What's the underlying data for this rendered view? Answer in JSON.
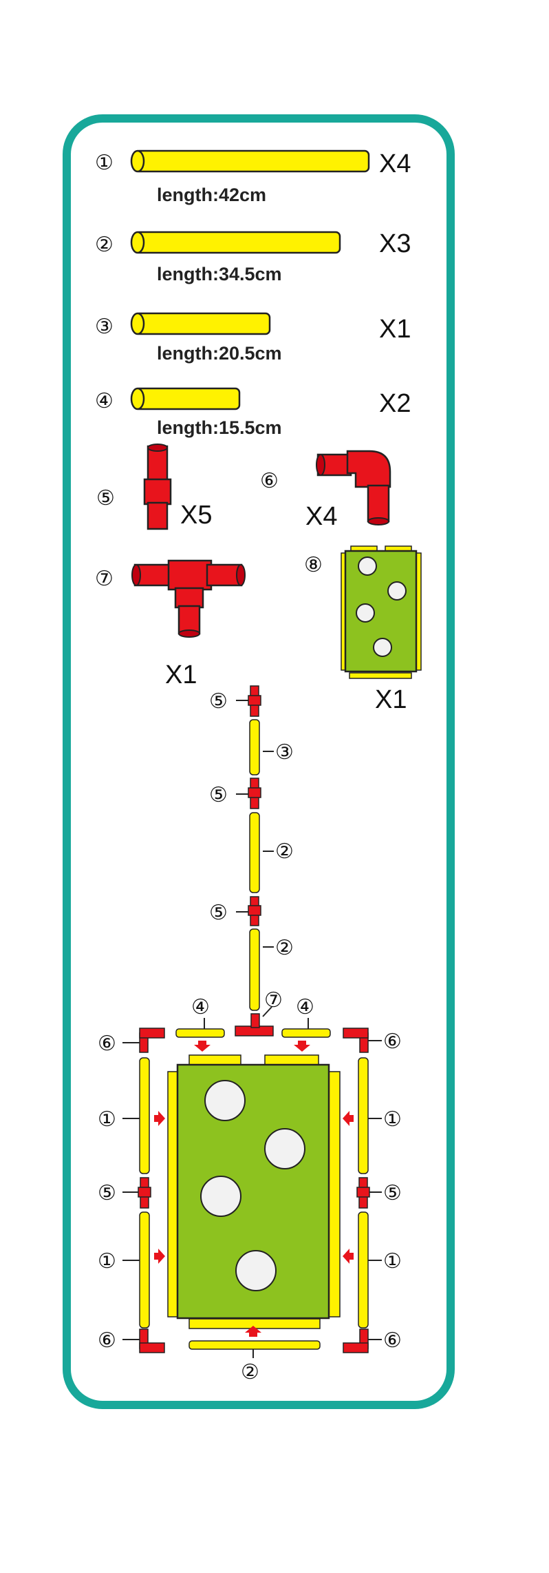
{
  "colors": {
    "frame": "#18a89a",
    "pipe": "#fff200",
    "connector": "#e8141c",
    "board": "#8dc21f",
    "outline": "#222222",
    "hole": "#f2f2f2"
  },
  "parts": [
    {
      "number": "①",
      "count": "X4",
      "length": "length:42cm"
    },
    {
      "number": "②",
      "count": "X3",
      "length": "length:34.5cm"
    },
    {
      "number": "③",
      "count": "X1",
      "length": "length:20.5cm"
    },
    {
      "number": "④",
      "count": "X2",
      "length": "length:15.5cm"
    },
    {
      "number": "⑤",
      "count": "X5"
    },
    {
      "number": "⑥",
      "count": "X4"
    },
    {
      "number": "⑦",
      "count": "X1"
    },
    {
      "number": "⑧",
      "count": "X1"
    }
  ],
  "assembly": {
    "stack_labels": [
      "⑤",
      "③",
      "⑤",
      "②",
      "⑤",
      "②"
    ],
    "top_labels": [
      "④",
      "⑦",
      "④"
    ],
    "left_labels": [
      "⑥",
      "①",
      "⑤",
      "①",
      "⑥"
    ],
    "right_labels": [
      "⑥",
      "①",
      "⑤",
      "①",
      "⑥"
    ],
    "bottom_label": "②"
  }
}
